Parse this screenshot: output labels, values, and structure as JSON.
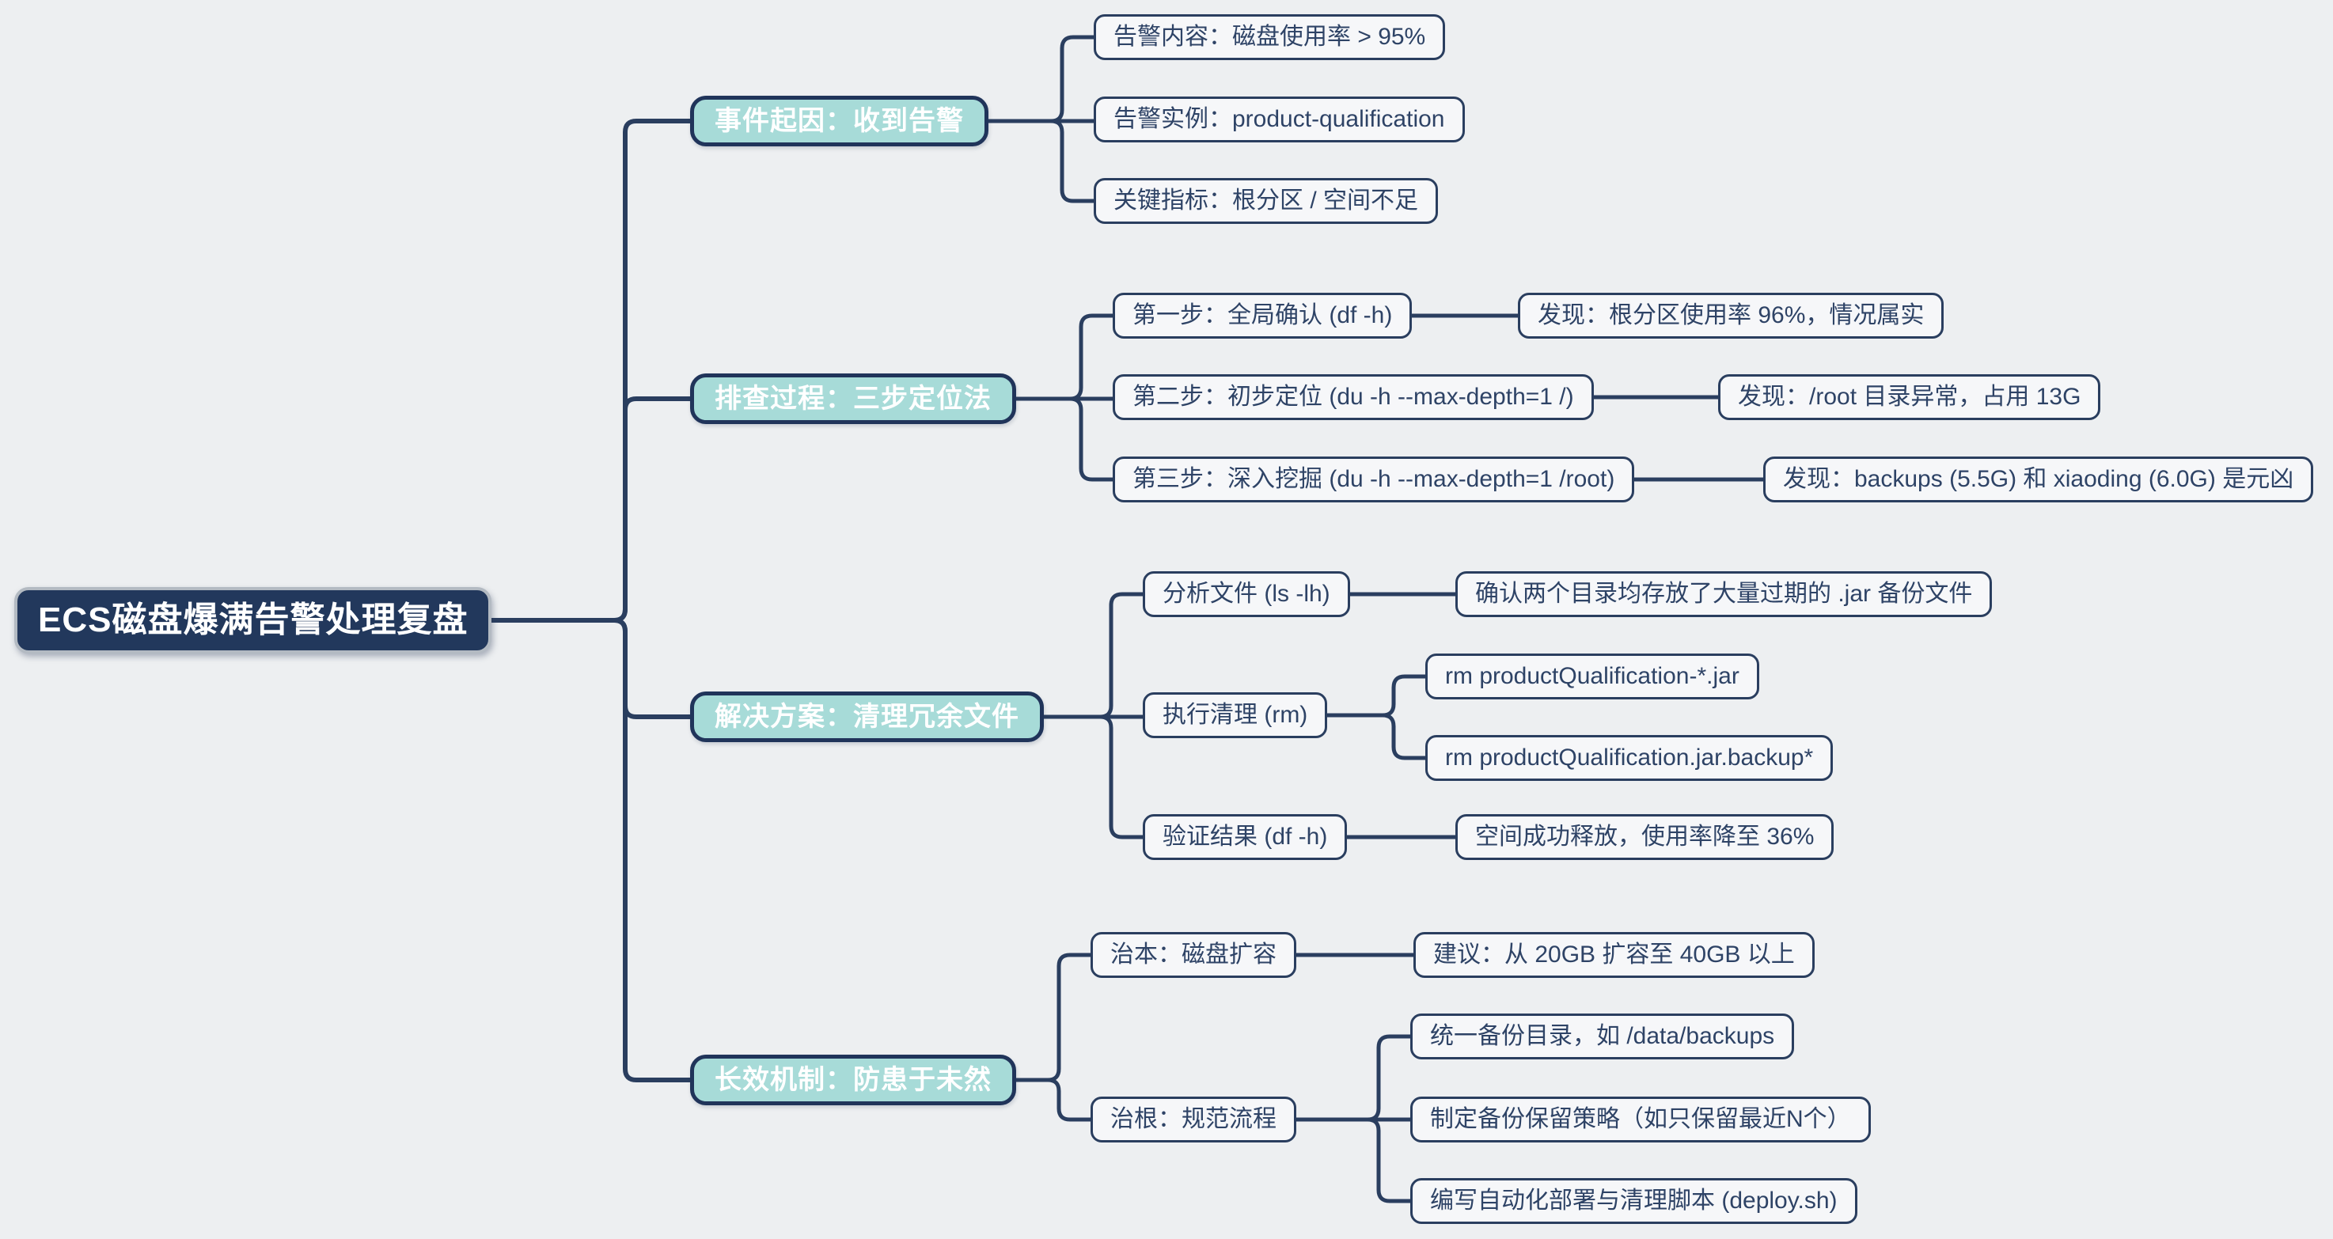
{
  "colors": {
    "canvas_bg": "#edeff1",
    "connector_navy": "#2a3e5f",
    "root_bg": "#22385c",
    "root_border_gray": "#b3bac2",
    "branch_teal_bg": "#a7dbd8",
    "leaf_bg": "#f6f7f9",
    "leaf_text_navy": "#2e4366"
  },
  "mindmap": {
    "root": {
      "label": "ECS磁盘爆满告警处理复盘"
    },
    "branches": [
      {
        "label": "事件起因：收到告警",
        "children": [
          {
            "label": "告警内容：磁盘使用率 > 95%"
          },
          {
            "label": "告警实例：product-qualification"
          },
          {
            "label": "关键指标：根分区 / 空间不足"
          }
        ]
      },
      {
        "label": "排查过程：三步定位法",
        "children": [
          {
            "label": "第一步：全局确认 (df -h)",
            "children": [
              {
                "label": "发现：根分区使用率 96%，情况属实"
              }
            ]
          },
          {
            "label": "第二步：初步定位 (du -h --max-depth=1 /)",
            "children": [
              {
                "label": "发现：/root 目录异常，占用 13G"
              }
            ]
          },
          {
            "label": "第三步：深入挖掘 (du -h --max-depth=1 /root)",
            "children": [
              {
                "label": "发现：backups (5.5G) 和 xiaoding (6.0G) 是元凶"
              }
            ]
          }
        ]
      },
      {
        "label": "解决方案：清理冗余文件",
        "children": [
          {
            "label": "分析文件 (ls -lh)",
            "children": [
              {
                "label": "确认两个目录均存放了大量过期的 .jar 备份文件"
              }
            ]
          },
          {
            "label": "执行清理 (rm)",
            "children": [
              {
                "label": "rm productQualification-*.jar"
              },
              {
                "label": "rm productQualification.jar.backup*"
              }
            ]
          },
          {
            "label": "验证结果 (df -h)",
            "children": [
              {
                "label": "空间成功释放，使用率降至 36%"
              }
            ]
          }
        ]
      },
      {
        "label": "长效机制：防患于未然",
        "children": [
          {
            "label": "治本：磁盘扩容",
            "children": [
              {
                "label": "建议：从 20GB 扩容至 40GB 以上"
              }
            ]
          },
          {
            "label": "治根：规范流程",
            "children": [
              {
                "label": "统一备份目录，如 /data/backups"
              },
              {
                "label": "制定备份保留策略（如只保留最近N个）"
              },
              {
                "label": "编写自动化部署与清理脚本 (deploy.sh)"
              }
            ]
          }
        ]
      }
    ]
  }
}
